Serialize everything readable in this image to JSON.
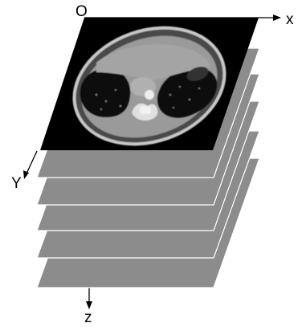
{
  "axes": {
    "origin_label": "O",
    "x_label": "x",
    "y_label": "Y",
    "z_label": "z"
  },
  "colors": {
    "slice_fill": "#8c8c8c",
    "slice_edge": "#ffffff",
    "top_slice_background": "#000000",
    "axis_line": "#000000",
    "body_tissue": "#9a9a9a",
    "lung": "#0d0d0d",
    "fat_ring": "#3f3f3f",
    "skin": "#c8c8c8",
    "bone": "#e6e6e6"
  }
}
